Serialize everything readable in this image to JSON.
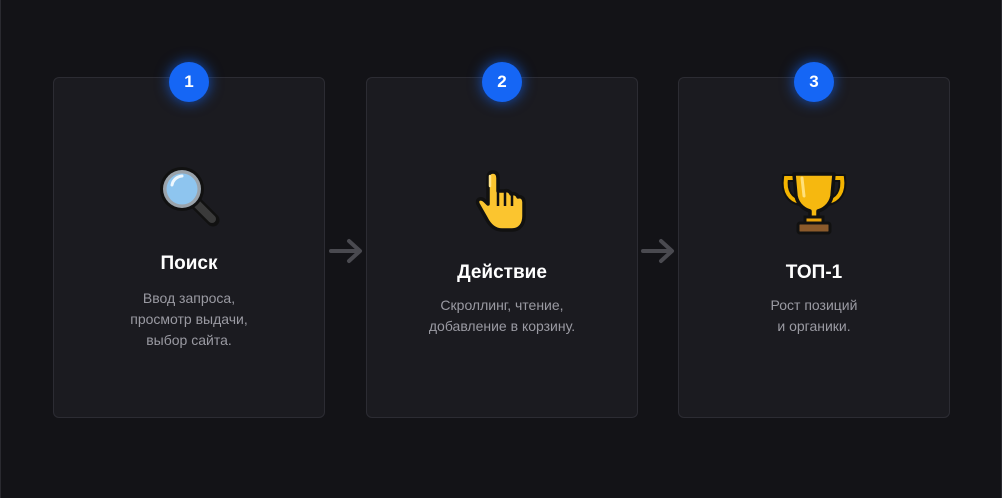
{
  "steps": [
    {
      "number": "1",
      "icon": "magnifying-glass-icon",
      "title": "Поиск",
      "desc": [
        "Ввод запроса,",
        "просмотр выдачи,",
        "выбор сайта."
      ]
    },
    {
      "number": "2",
      "icon": "pointing-hand-icon",
      "title": "Действие",
      "desc": [
        "Скроллинг, чтение,",
        "добавление в корзину."
      ]
    },
    {
      "number": "3",
      "icon": "trophy-icon",
      "title": "ТОП-1",
      "desc": [
        "Рост позиций",
        "и органики."
      ]
    }
  ],
  "colors": {
    "background": "#131317",
    "card": "#1b1b20",
    "accent": "#1566f5",
    "text": "#ffffff",
    "muted": "#9a9aa2",
    "arrow": "#4a4a50"
  }
}
